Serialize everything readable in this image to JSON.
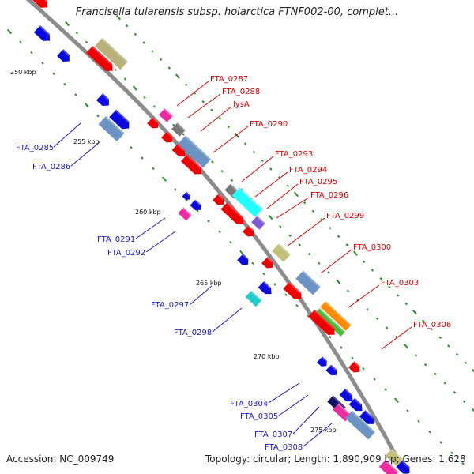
{
  "header": {
    "title": "Francisella tularensis subsp. holarctica FTNF002-00, complet..."
  },
  "footer": {
    "accession": "Accession: NC_009749",
    "summary": "Topology: circular; Length: 1,890,909 bp; Genes: 1,628"
  },
  "colors": {
    "backbone": "#8c8c8c",
    "forward_label": "#e00000",
    "reverse_label": "#1a1ad0",
    "tick": "#2e8b2e"
  },
  "scale": {
    "ticks": [
      "250 kbp",
      "255 kbp",
      "260 kbp",
      "265 kbp",
      "270 kbp",
      "275 kbp"
    ]
  },
  "gene_labels": {
    "forward": [
      "FTA_0287",
      "FTA_0288",
      "lysA",
      "FTA_0290",
      "FTA_0293",
      "FTA_0294",
      "FTA_0295",
      "FTA_0296",
      "FTA_0299",
      "FTA_0300",
      "FTA_0303",
      "FTA_0306"
    ],
    "reverse": [
      "FTA_0285",
      "FTA_0286",
      "FTA_0291",
      "FTA_0292",
      "FTA_0297",
      "FTA_0298",
      "FTA_0304",
      "FTA_0305",
      "FTA_0307",
      "FTA_0308"
    ]
  }
}
